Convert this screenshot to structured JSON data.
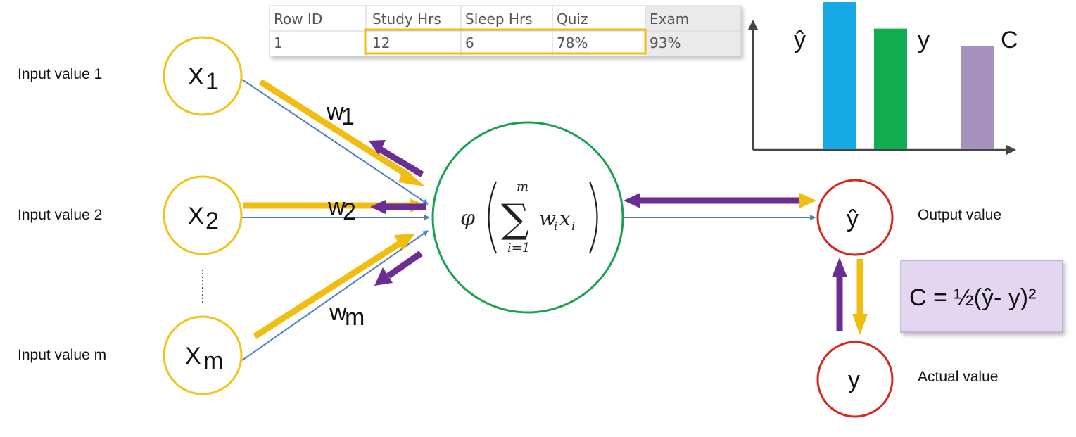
{
  "table": {
    "headers": [
      "Row ID",
      "Study Hrs",
      "Sleep Hrs",
      "Quiz",
      "Exam"
    ],
    "row": [
      "1",
      "12",
      "6",
      "78%",
      "93%"
    ]
  },
  "inputs": [
    {
      "label": "Input value 1",
      "node": "X",
      "sub": "1"
    },
    {
      "label": "Input value 2",
      "node": "X",
      "sub": "2"
    },
    {
      "label": "Input value m",
      "node": "X",
      "sub": "m"
    }
  ],
  "weights": [
    {
      "w": "w",
      "sub": "1"
    },
    {
      "w": "w",
      "sub": "2"
    },
    {
      "w": "w",
      "sub": "m"
    }
  ],
  "neuron": {
    "phi": "φ",
    "sum_top": "m",
    "sum_bottom": "i=1",
    "sigma": "∑",
    "term_w": "w",
    "term_w_sub": "i",
    "term_x": "x",
    "term_x_sub": "i"
  },
  "output": {
    "node": "ŷ",
    "label": "Output value"
  },
  "actual": {
    "node": "y",
    "label": "Actual value"
  },
  "cost_formula": "C = ½(ŷ- y)²",
  "chart_data": {
    "type": "bar",
    "categories": [
      "ŷ",
      "y",
      "C"
    ],
    "values": [
      100,
      82,
      70
    ],
    "colors": [
      "#17a9e6",
      "#12ad50",
      "#a690bd"
    ],
    "ylim": [
      0,
      100
    ],
    "title": "",
    "xlabel": "",
    "ylabel": ""
  },
  "colors": {
    "input_node": "#f0c419",
    "neuron_node": "#1aa150",
    "output_node": "#d9261c",
    "connection": "#4a7fc0",
    "forward_arrow": "#f2bd11",
    "backward_arrow": "#6b2c94",
    "cost_box": "#e2d6f1"
  }
}
